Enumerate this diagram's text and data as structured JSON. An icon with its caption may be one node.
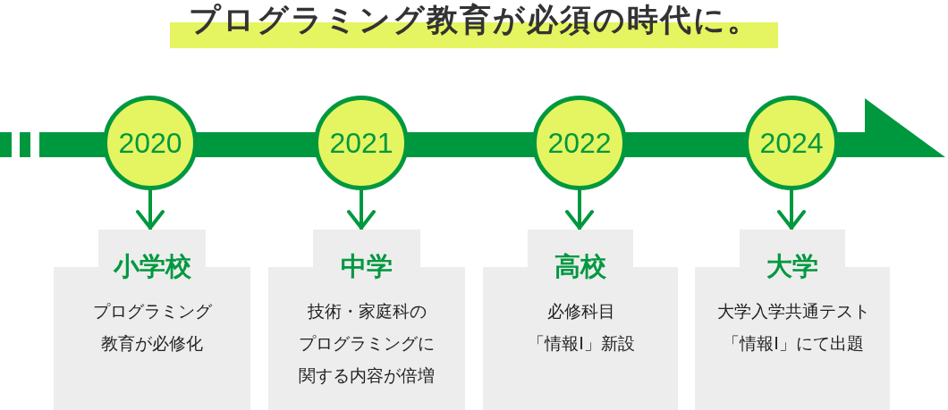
{
  "diagram": {
    "title": "プログラミング教育が必須の時代に。",
    "nodes": [
      {
        "text": [
          "2020"
        ]
      },
      {
        "text": [
          "2021"
        ]
      },
      {
        "text": [
          "2022"
        ]
      },
      {
        "text": [
          "2024"
        ]
      },
      {
        "text": [
          "小学校",
          "プログラミング教育が必修化"
        ]
      },
      {
        "text": [
          "中学",
          "技術・家庭科のプログラミングに関する内容が倍増"
        ]
      },
      {
        "text": [
          "高校",
          "必修科目「情報Ⅰ」新設"
        ]
      },
      {
        "text": [
          "大学",
          "大学入学共通テスト「情報Ⅰ」にて出題"
        ]
      }
    ],
    "edges": [
      {
        "from": 0,
        "to": 4,
        "arrow": "to"
      },
      {
        "from": 1,
        "to": 5,
        "arrow": "to"
      },
      {
        "from": 2,
        "to": 6,
        "arrow": "to"
      },
      {
        "from": 3,
        "to": 7,
        "arrow": "to"
      }
    ]
  }
}
